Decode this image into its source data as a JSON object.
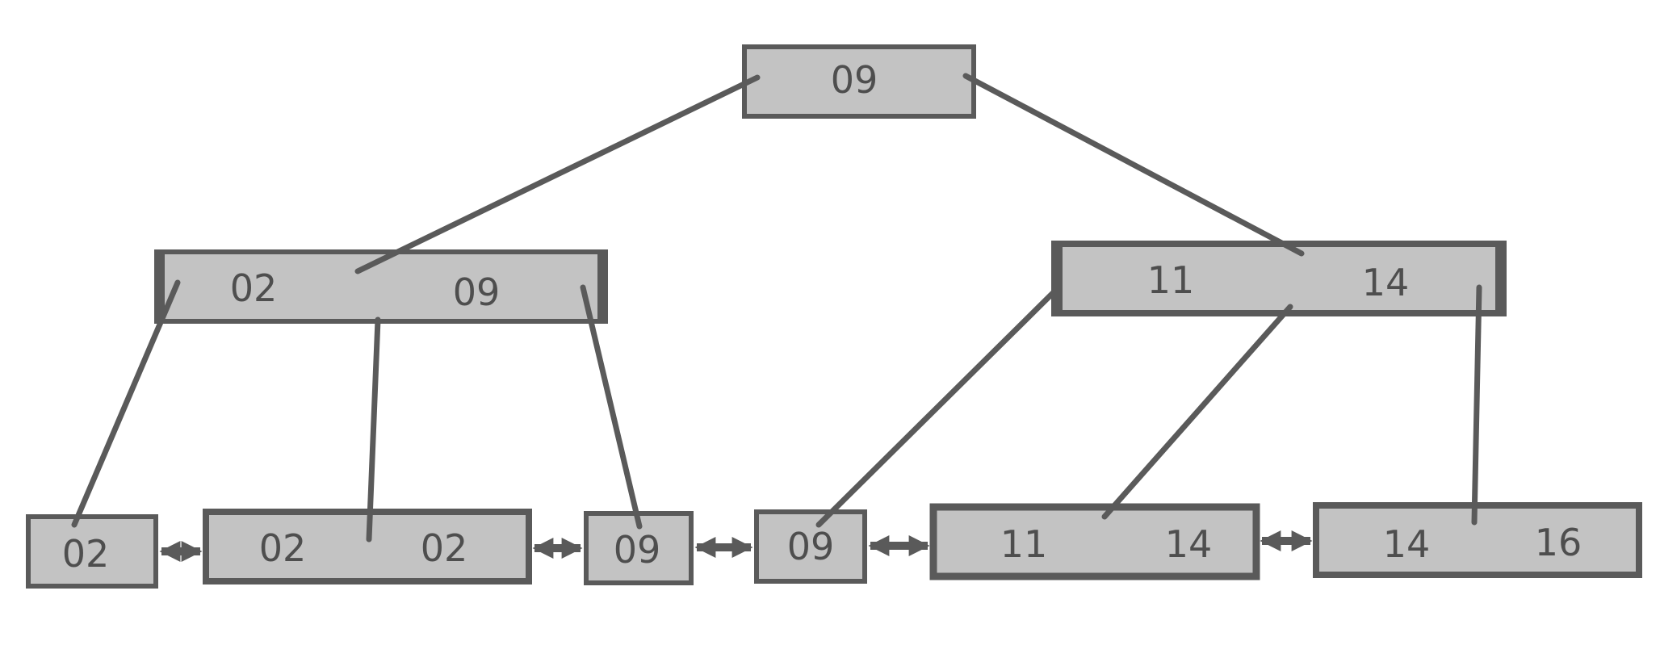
{
  "colors": {
    "node_fill": "#c3c3c3",
    "stroke": "#5a5a5a",
    "text": "#4e4e4e",
    "background": "#ffffff"
  },
  "tree": {
    "root": {
      "keys": [
        "09"
      ]
    },
    "internal": [
      {
        "keys": [
          "02",
          "09"
        ]
      },
      {
        "keys": [
          "11",
          "14"
        ]
      }
    ],
    "leaves": [
      {
        "keys": [
          "02"
        ]
      },
      {
        "keys": [
          "02",
          "02"
        ]
      },
      {
        "keys": [
          "09"
        ]
      },
      {
        "keys": [
          "09"
        ]
      },
      {
        "keys": [
          "11",
          "14"
        ]
      },
      {
        "keys": [
          "14",
          "16"
        ]
      }
    ]
  }
}
